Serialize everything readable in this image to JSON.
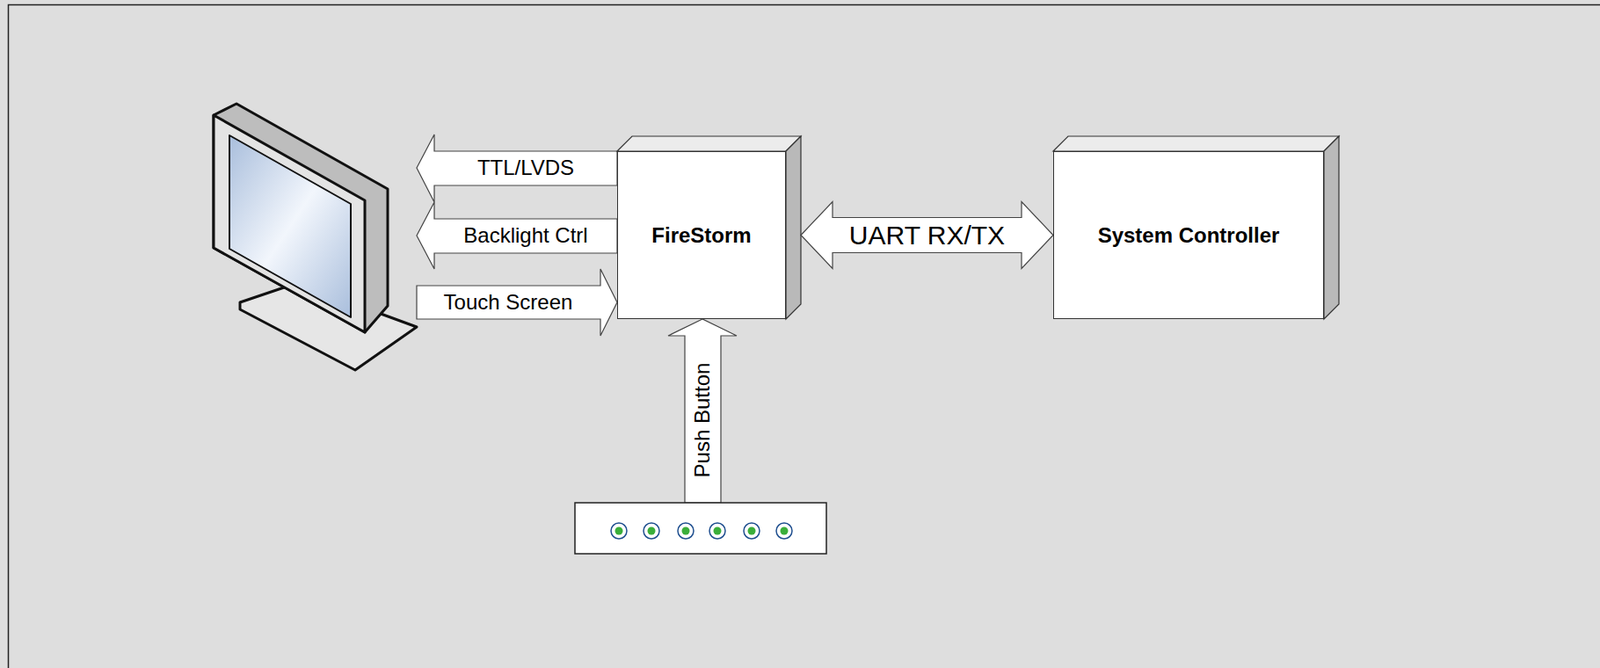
{
  "diagram": {
    "nodes": [
      {
        "text": [
          "FireStorm"
        ]
      },
      {
        "text": [
          "System Controller"
        ]
      }
    ],
    "edges": [
      {
        "from": 0,
        "to": 1,
        "label": "UART RX/TX",
        "arrow": "both"
      }
    ],
    "labels": [
      "TTL/LVDS",
      "Backlight Ctrl",
      "Touch Screen",
      "Push Button"
    ]
  }
}
